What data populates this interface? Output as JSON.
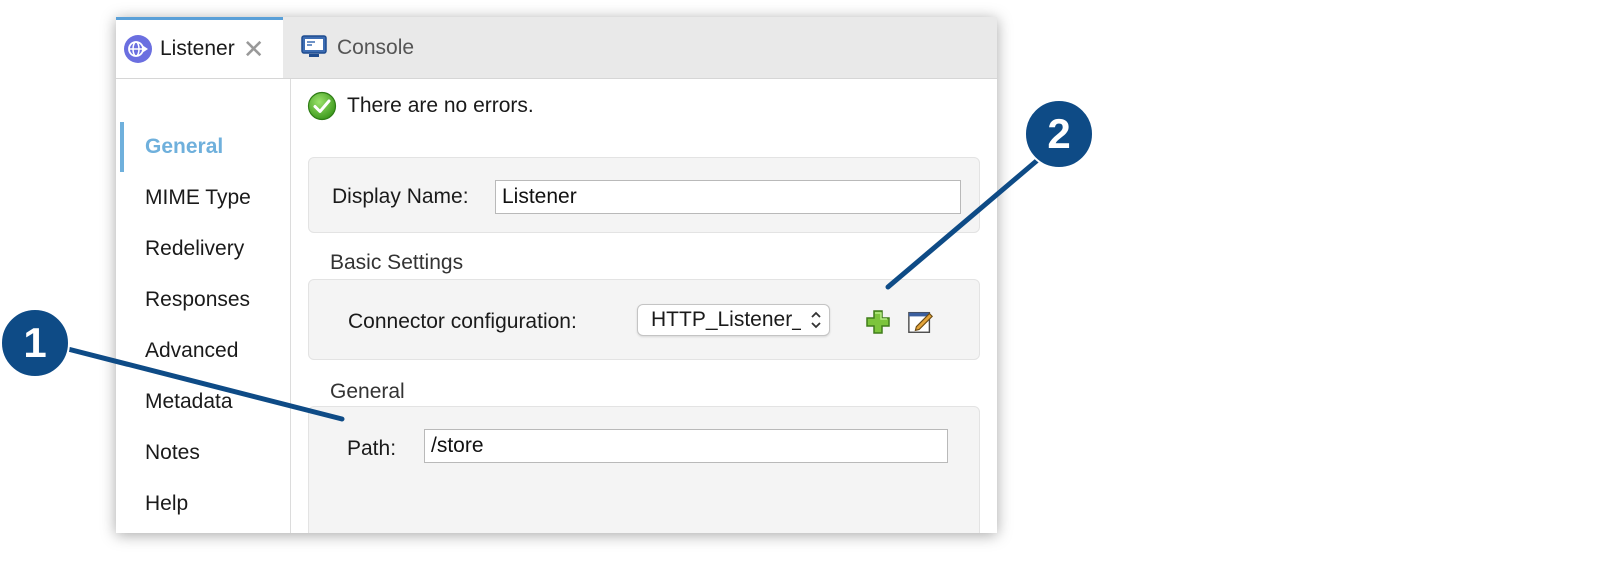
{
  "tabs": [
    {
      "label": "Listener",
      "icon": "globe-arrow-icon",
      "active": true
    },
    {
      "label": "Console",
      "icon": "monitor-icon",
      "active": false
    }
  ],
  "sidebar": {
    "items": [
      {
        "label": "General",
        "active": true
      },
      {
        "label": "MIME Type"
      },
      {
        "label": "Redelivery"
      },
      {
        "label": "Responses"
      },
      {
        "label": "Advanced"
      },
      {
        "label": "Metadata"
      },
      {
        "label": "Notes"
      },
      {
        "label": "Help"
      }
    ]
  },
  "status": {
    "text": "There are no errors.",
    "icon": "check-circle-icon"
  },
  "display_name": {
    "label": "Display Name:",
    "value": "Listener"
  },
  "basic_settings": {
    "title": "Basic Settings",
    "connector_label": "Connector configuration:",
    "connector_value": "HTTP_Listener_config",
    "add_icon": "plus-icon",
    "edit_icon": "edit-icon"
  },
  "general": {
    "title": "General",
    "path_label": "Path:",
    "path_value": "/store"
  },
  "annotations": [
    "1",
    "2"
  ],
  "colors": {
    "accent": "#6fb0dc",
    "annotation": "#0e4b86",
    "panel": "#f4f4f4",
    "tabbar": "#e9e9e9"
  }
}
